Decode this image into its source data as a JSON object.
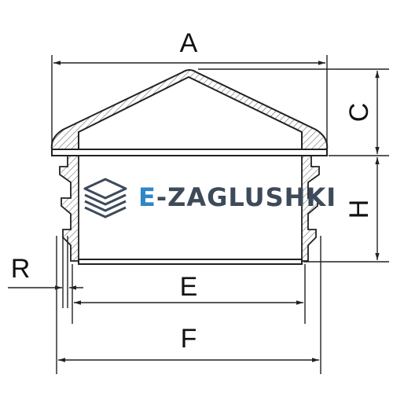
{
  "diagram": {
    "dimensions": {
      "a": "A",
      "c": "C",
      "h": "H",
      "r": "R",
      "e": "E",
      "f": "F"
    },
    "watermark": {
      "prefix": "E",
      "rest": "-ZAGLUSHKI",
      "icon": "stacked-layers-icon"
    },
    "colors": {
      "line": "#222222",
      "watermark_prefix": "#2f86c6",
      "watermark_rest": "#3d4a5a"
    }
  }
}
